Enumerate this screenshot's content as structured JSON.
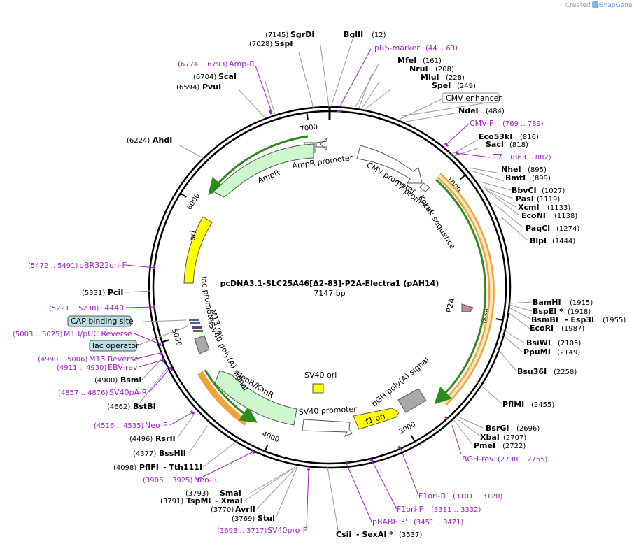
{
  "header": {
    "credit": "Created by",
    "brand": "SnapGene"
  },
  "plasmid": {
    "name": "pcDNA3.1-SLC25A46[Δ2-83]-P2A-Electra1 (pAH14)",
    "size": "7147 bp"
  },
  "ticks": [
    "1000",
    "2000",
    "3000",
    "4000",
    "5000",
    "6000",
    "7000"
  ],
  "enzymes": [
    {
      "name": "SgrDI",
      "pos": "(7145)"
    },
    {
      "name": "BglII",
      "pos": "(12)"
    },
    {
      "name": "SspI",
      "pos": "(7028)"
    },
    {
      "name": "MfeI",
      "pos": "(161)"
    },
    {
      "name": "NruI",
      "pos": "(208)"
    },
    {
      "name": "MluI",
      "pos": "(228)"
    },
    {
      "name": "SpeI",
      "pos": "(249)"
    },
    {
      "name": "ScaI",
      "pos": "(6704)"
    },
    {
      "name": "PvuI",
      "pos": "(6594)"
    },
    {
      "name": "NdeI",
      "pos": "(484)"
    },
    {
      "name": "Eco53kI",
      "pos": "(816)"
    },
    {
      "name": "SacI",
      "pos": "(818)"
    },
    {
      "name": "AhdI",
      "pos": "(6224)"
    },
    {
      "name": "NheI",
      "pos": "(895)"
    },
    {
      "name": "BmtI",
      "pos": "(899)"
    },
    {
      "name": "BbvCI",
      "pos": "(1027)"
    },
    {
      "name": "PasI",
      "pos": "(1119)"
    },
    {
      "name": "XcmI",
      "pos": "(1133)"
    },
    {
      "name": "EcoNI",
      "pos": "(1138)"
    },
    {
      "name": "PaqCI",
      "pos": "(1274)"
    },
    {
      "name": "BlpI",
      "pos": "(1444)"
    },
    {
      "name": "PciI",
      "pos": "(5331)"
    },
    {
      "name": "BamHI",
      "pos": "(1915)"
    },
    {
      "name": "BspEI *",
      "pos": "(1918)"
    },
    {
      "name": "BsmBI",
      "pos": ""
    },
    {
      "name": "- Esp3I",
      "pos": "(1955)"
    },
    {
      "name": "EcoRI",
      "pos": "(1987)"
    },
    {
      "name": "BsiWI",
      "pos": "(2105)"
    },
    {
      "name": "PpuMI",
      "pos": "(2149)"
    },
    {
      "name": "BsmI",
      "pos": "(4900)"
    },
    {
      "name": "Bsu36I",
      "pos": "(2258)"
    },
    {
      "name": "BstBI",
      "pos": "(4662)"
    },
    {
      "name": "PflMI",
      "pos": "(2455)"
    },
    {
      "name": "RsrII",
      "pos": "(4496)"
    },
    {
      "name": "BsrGI",
      "pos": "(2696)"
    },
    {
      "name": "XbaI",
      "pos": "(2707)"
    },
    {
      "name": "PmeI",
      "pos": "(2722)"
    },
    {
      "name": "BssHII",
      "pos": "(4377)"
    },
    {
      "name": "PflFI",
      "pos": "(4098)"
    },
    {
      "name": "- Tth111I",
      "pos": ""
    },
    {
      "name": "SmaI",
      "pos": "(3793)"
    },
    {
      "name": "TspMI",
      "pos": "(3791)"
    },
    {
      "name": "- XmaI",
      "pos": ""
    },
    {
      "name": "AvrII",
      "pos": "(3770)"
    },
    {
      "name": "StuI",
      "pos": "(3769)"
    },
    {
      "name": "CsiI",
      "pos": ""
    },
    {
      "name": "- SexAI *",
      "pos": "(3537)"
    }
  ],
  "primers": [
    {
      "name": "pRS-marker",
      "range": "(44 .. 63)"
    },
    {
      "name": "Amp-R",
      "range": "(6774 .. 6793)"
    },
    {
      "name": "CMV-F",
      "range": "(769 .. 789)"
    },
    {
      "name": "T7",
      "range": "(863 .. 882)"
    },
    {
      "name": "pBR322ori-F",
      "range": "(5472 .. 5491)"
    },
    {
      "name": "L4440",
      "range": "(5221 .. 5238)"
    },
    {
      "name": "M13/pUC Reverse",
      "range": "(5003 .. 5025)"
    },
    {
      "name": "M13 Reverse",
      "range": "(4990 .. 5006)"
    },
    {
      "name": "EBV-rev",
      "range": "(4911 .. 4930)"
    },
    {
      "name": "SV40pA-R",
      "range": "(4857 .. 4876)"
    },
    {
      "name": "Neo-F",
      "range": "(4516 .. 4535)"
    },
    {
      "name": "BGH-rev",
      "range": "(2738 .. 2755)"
    },
    {
      "name": "Neo-R",
      "range": "(3906 .. 3925)"
    },
    {
      "name": "F1ori-R",
      "range": "(3101 .. 3120)"
    },
    {
      "name": "F1ori-F",
      "range": "(3311 .. 3332)"
    },
    {
      "name": "pBABE 3'",
      "range": "(3451 .. 3471)"
    },
    {
      "name": "SV40pro-F",
      "range": "(3698 .. 3717)"
    }
  ],
  "boxed_labels": [
    "CMV enhancer",
    "CAP binding site",
    "lac operator"
  ],
  "features": {
    "ampr_promoter": "AmpR promoter",
    "ampr": "AmpR",
    "ori": "ori",
    "cmv_promoter": "CMV promoter",
    "t7_promoter": "T7 promoter",
    "kozak": "Kozak sequence",
    "p2a": "P2A",
    "lac_promoter": "lac promoter",
    "m13_rev": "M13 rev",
    "sv40_polya": "SV40 poly(A) signal",
    "neor": "NeoR/KanR",
    "sv40_ori": "SV40 ori",
    "sv40_promoter": "SV40 promoter",
    "bgh_polya": "bGH poly(A) signal",
    "f1_ori": "f1 ori"
  },
  "colors": {
    "ampr": "#ccf7cc",
    "ori": "#ffff00",
    "f1": "#ffff00",
    "neo": "#ccf7cc",
    "orange": "#f2a33a",
    "green": "#2e8b1f",
    "primer": "#a020c8",
    "p2a": "#c48aa8"
  }
}
